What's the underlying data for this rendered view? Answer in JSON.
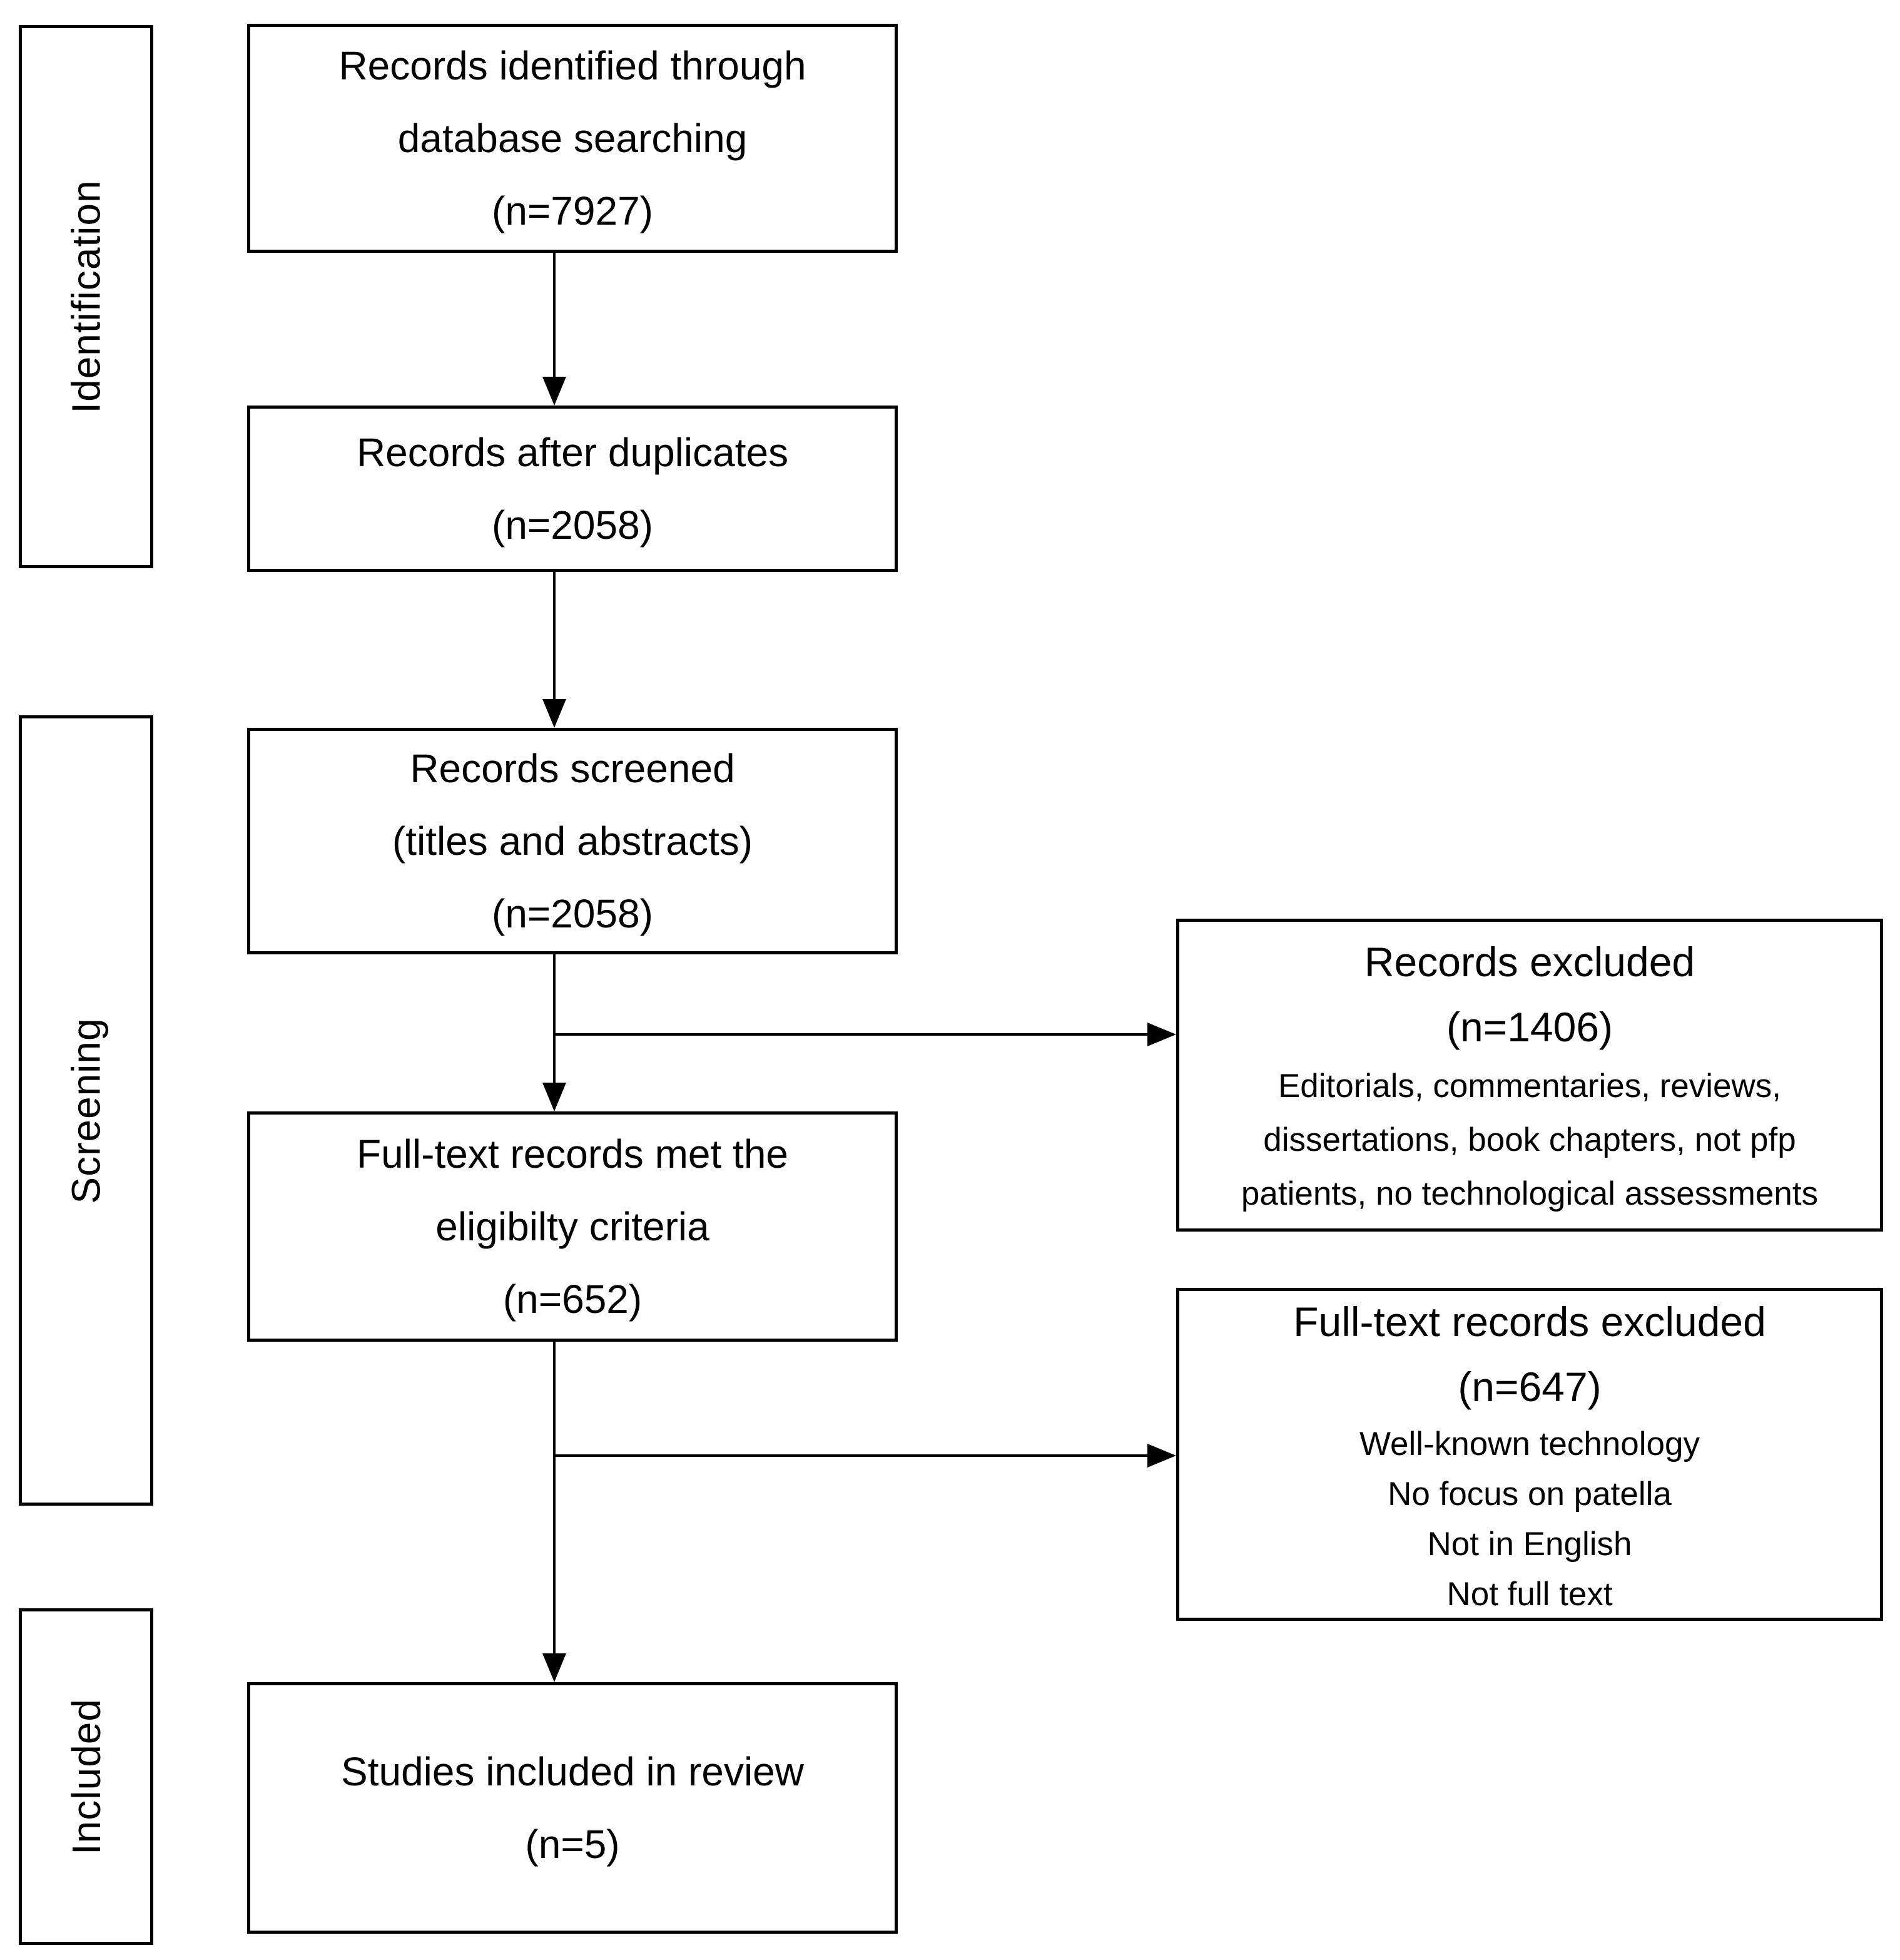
{
  "diagram": {
    "background_color": "#ffffff",
    "line_color": "#000000",
    "stages": [
      {
        "label": "Identification"
      },
      {
        "label": "Screening"
      },
      {
        "label": "Included"
      }
    ],
    "flow_boxes": [
      {
        "lines": [
          "Records identified through",
          "database searching",
          "(n=7927)"
        ]
      },
      {
        "lines": [
          "Records after duplicates",
          "(n=2058)"
        ]
      },
      {
        "lines": [
          "Records screened",
          "(titles and abstracts)",
          "(n=2058)"
        ]
      },
      {
        "lines": [
          "Full-text records met the",
          "eligibilty criteria",
          "(n=652)"
        ]
      },
      {
        "lines": [
          "Studies included in review",
          "(n=5)"
        ]
      }
    ],
    "exclusion_boxes": [
      {
        "title": "Records excluded",
        "count": "(n=1406)",
        "details": [
          "Editorials, commentaries, reviews,",
          "dissertations, book chapters, not pfp",
          "patients, no technological assessments"
        ]
      },
      {
        "title": "Full-text records excluded",
        "count": "(n=647)",
        "details": [
          "Well-known technology",
          "No focus on patella",
          "Not in English",
          "Not full text"
        ]
      }
    ]
  }
}
